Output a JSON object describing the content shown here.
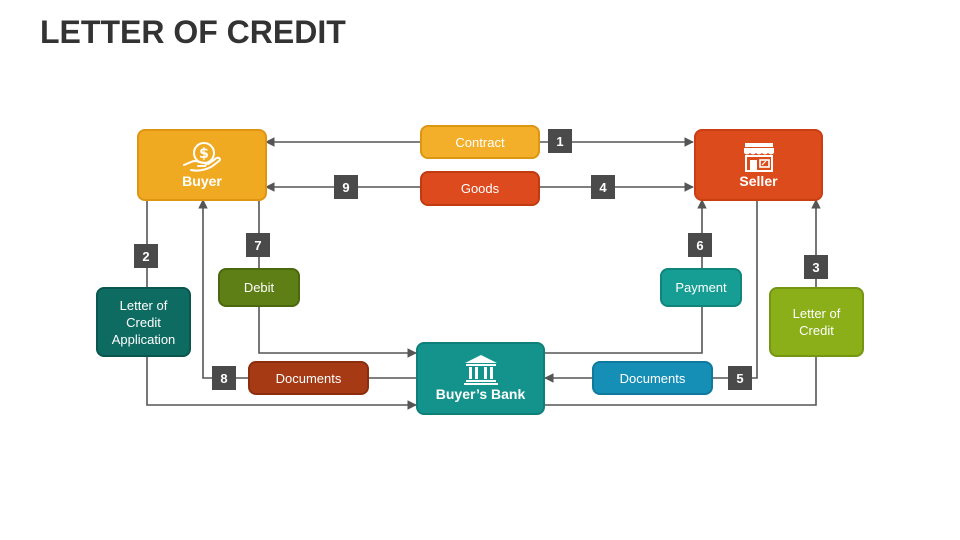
{
  "title": "LETTER OF CREDIT",
  "colors": {
    "buyer": "#F0AA22",
    "seller": "#DB4B1C",
    "bank": "#14938D",
    "contract": "#F3AF2A",
    "goods": "#DD4A1E",
    "loc_application": "#0E6B62",
    "debit": "#5E7E16",
    "documents_left": "#A63A14",
    "documents_right": "#168FB7",
    "payment": "#169E94",
    "letter_of_credit": "#8AAF18",
    "step_badge": "#4A4A4A",
    "connector": "#555555"
  },
  "nodes": {
    "buyer": {
      "label": "Buyer",
      "icon": "hand-dollar-icon"
    },
    "seller": {
      "label": "Seller",
      "icon": "storefront-icon"
    },
    "bank": {
      "label": "Buyer’s Bank",
      "icon": "bank-building-icon"
    },
    "contract": {
      "label": "Contract"
    },
    "goods": {
      "label": "Goods"
    },
    "loc_application": {
      "label": "Letter of Credit Application"
    },
    "debit": {
      "label": "Debit"
    },
    "documents_left": {
      "label": "Documents"
    },
    "documents_right": {
      "label": "Documents"
    },
    "payment": {
      "label": "Payment"
    },
    "letter_of_credit": {
      "label": "Letter of Credit"
    }
  },
  "steps": [
    "1",
    "2",
    "3",
    "4",
    "5",
    "6",
    "7",
    "8",
    "9"
  ]
}
